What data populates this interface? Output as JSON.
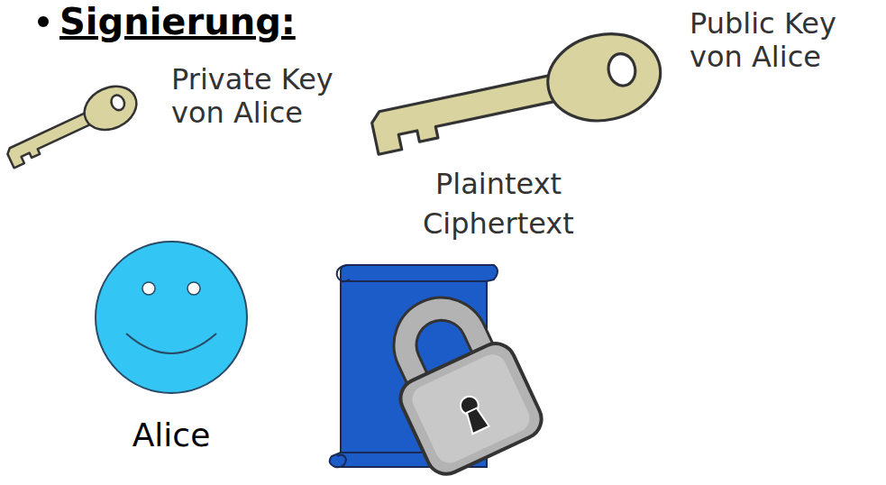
{
  "diagram": {
    "title": "Signierung:",
    "nodes": [
      {
        "text": [
          "Alice"
        ]
      }
    ],
    "labels": [
      "Private Key von Alice",
      "Public Key von Alice",
      "Plaintext",
      "Ciphertext"
    ]
  }
}
